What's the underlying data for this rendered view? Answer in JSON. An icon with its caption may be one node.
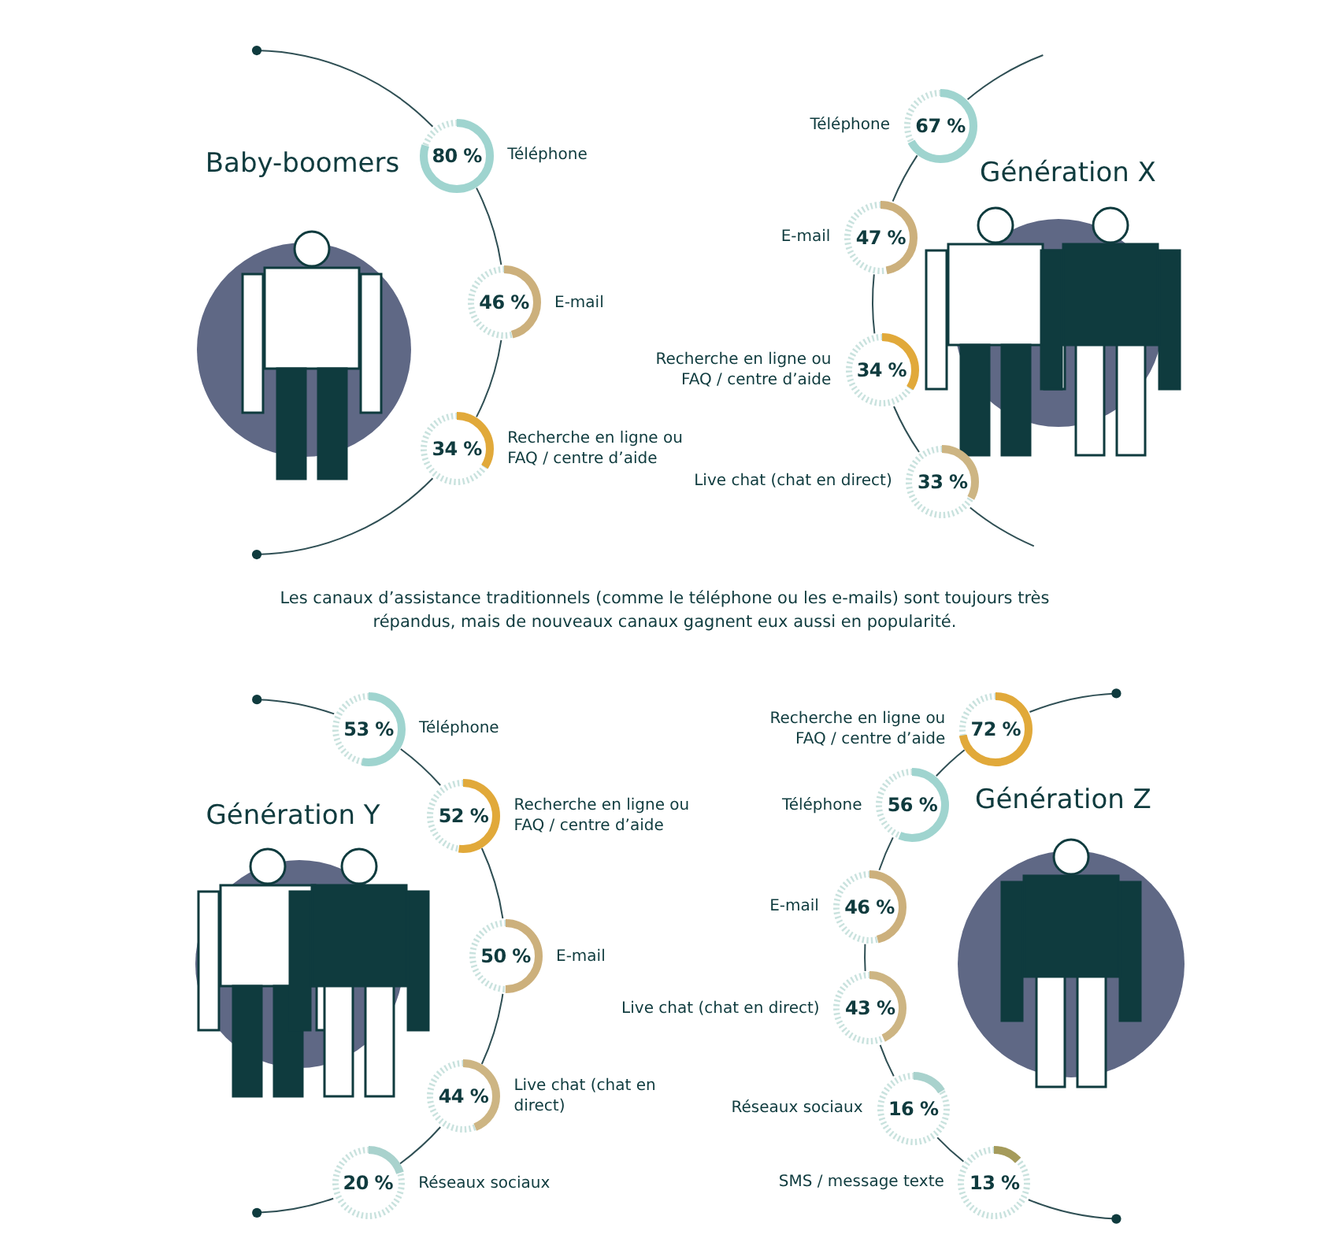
{
  "diagram": {
    "nodes": [
      {
        "text": [
          "80 %"
        ],
        "beside": [
          "Téléphone"
        ]
      },
      {
        "text": [
          "46 %"
        ],
        "beside": [
          "E-mail"
        ]
      },
      {
        "text": [
          "34 %"
        ],
        "beside": [
          "Recherche en ligne ou FAQ / centre d’aide"
        ]
      },
      {
        "text": [
          "67 %"
        ],
        "beside": [
          "Téléphone"
        ]
      },
      {
        "text": [
          "47 %"
        ],
        "beside": [
          "E-mail"
        ]
      },
      {
        "text": [
          "34 %"
        ],
        "beside": [
          "Recherche en ligne ou FAQ / centre d’aide"
        ]
      },
      {
        "text": [
          "33 %"
        ],
        "beside": [
          "Live chat (chat en direct)"
        ]
      },
      {
        "text": [
          "53 %"
        ],
        "beside": [
          "Téléphone"
        ]
      },
      {
        "text": [
          "52 %"
        ],
        "beside": [
          "Recherche en ligne ou FAQ / centre d’aide"
        ]
      },
      {
        "text": [
          "50 %"
        ],
        "beside": [
          "E-mail"
        ]
      },
      {
        "text": [
          "44 %"
        ],
        "beside": [
          "Live chat (chat en direct)"
        ]
      },
      {
        "text": [
          "20 %"
        ],
        "beside": [
          "Réseaux sociaux"
        ]
      },
      {
        "text": [
          "72 %"
        ],
        "beside": [
          "Recherche en ligne ou FAQ / centre d’aide"
        ]
      },
      {
        "text": [
          "56 %"
        ],
        "beside": [
          "Téléphone"
        ]
      },
      {
        "text": [
          "46 %"
        ],
        "beside": [
          "E-mail"
        ]
      },
      {
        "text": [
          "43 %"
        ],
        "beside": [
          "Live chat (chat en direct)"
        ]
      },
      {
        "text": [
          "16 %"
        ],
        "beside": [
          "Réseaux sociaux"
        ]
      },
      {
        "text": [
          "13 %"
        ],
        "beside": [
          "SMS / message texte"
        ]
      }
    ],
    "edges": [
      {
        "from": null,
        "to": 0,
        "arrow": "other"
      },
      {
        "from": 0,
        "to": 1,
        "arrow": "none"
      },
      {
        "from": 1,
        "to": 2,
        "arrow": "none"
      },
      {
        "from": 2,
        "to": null,
        "arrow": "other"
      },
      {
        "from": null,
        "to": 3,
        "arrow": "none"
      },
      {
        "from": 3,
        "to": 4,
        "arrow": "none"
      },
      {
        "from": 4,
        "to": 5,
        "arrow": "none"
      },
      {
        "from": 5,
        "to": 6,
        "arrow": "none"
      },
      {
        "from": 6,
        "to": null,
        "arrow": "none"
      },
      {
        "from": null,
        "to": 7,
        "arrow": "other"
      },
      {
        "from": 7,
        "to": 8,
        "arrow": "none"
      },
      {
        "from": 8,
        "to": 9,
        "arrow": "none"
      },
      {
        "from": 9,
        "to": 10,
        "arrow": "none"
      },
      {
        "from": 10,
        "to": 11,
        "arrow": "none"
      },
      {
        "from": 11,
        "to": null,
        "arrow": "other"
      },
      {
        "from": null,
        "to": 12,
        "arrow": "other"
      },
      {
        "from": 12,
        "to": 13,
        "arrow": "none"
      },
      {
        "from": 13,
        "to": 14,
        "arrow": "none"
      },
      {
        "from": 14,
        "to": 15,
        "arrow": "none"
      },
      {
        "from": 15,
        "to": 16,
        "arrow": "none"
      },
      {
        "from": 16,
        "to": 17,
        "arrow": "none"
      },
      {
        "from": 17,
        "to": null,
        "arrow": "other"
      }
    ],
    "labels": [
      "Baby-boomers",
      "Génération X",
      "Les canaux d’assistance traditionnels (comme le téléphone ou les e-mails) sont toujours très répandus, mais de nouveaux canaux gagnent eux aussi en popularité.",
      "Génération Y",
      "Génération Z"
    ]
  }
}
